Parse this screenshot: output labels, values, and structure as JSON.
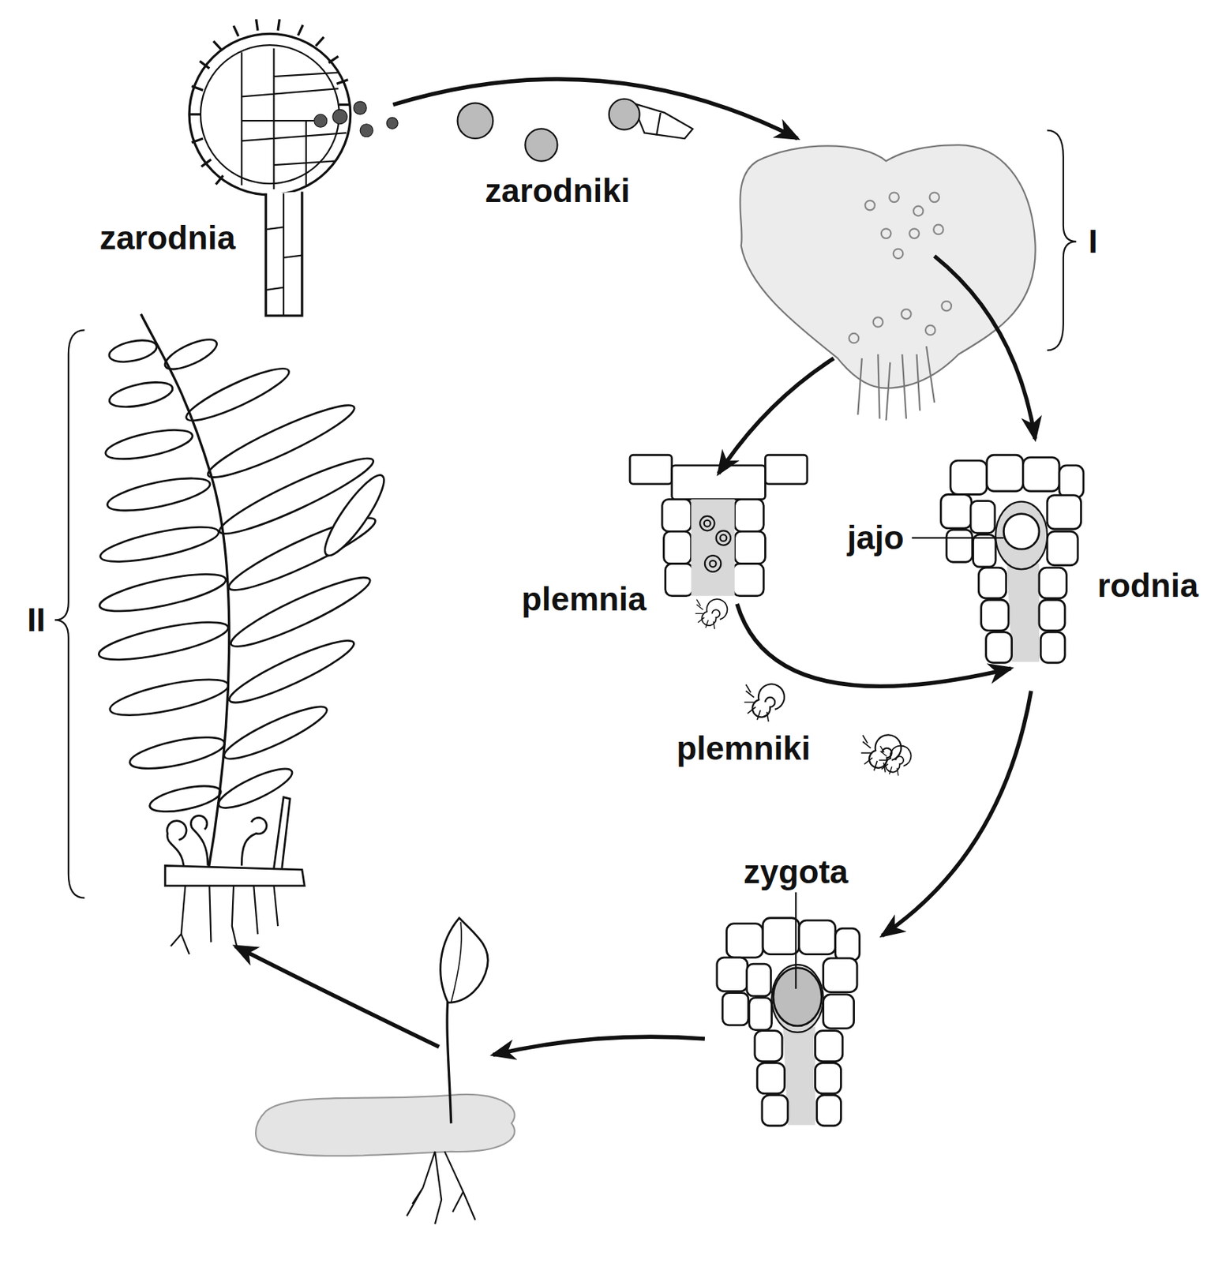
{
  "diagram": {
    "labels": [
      "zarodniki",
      "zarodnia",
      "I",
      "jajo",
      "rodnia",
      "plemnia",
      "II",
      "plemniki",
      "zygota"
    ]
  }
}
